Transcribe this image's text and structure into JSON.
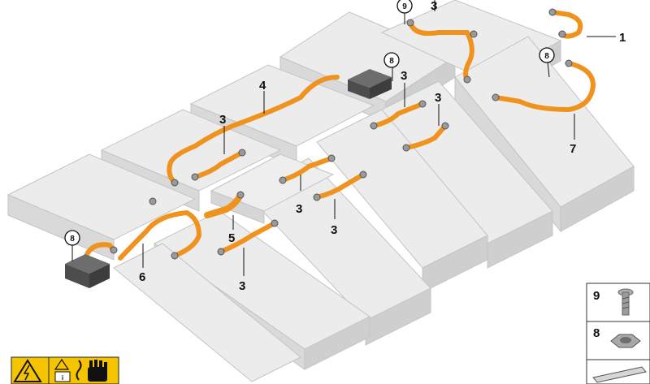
{
  "diagram": {
    "callouts": {
      "c1": "1",
      "c3a": "3",
      "c3b": "3",
      "c3c": "3",
      "c3d": "3",
      "c3e": "3",
      "c3f": "3",
      "c3g": "3",
      "c4": "4",
      "c5": "5",
      "c6": "6",
      "c7": "7"
    },
    "circled": {
      "top": "9",
      "top_right": "8",
      "mid": "8",
      "left": "8"
    },
    "legend": {
      "item_9": "9",
      "item_8": "8"
    },
    "colors": {
      "cable": "#f0921e",
      "module_fill": "#e4e4e4",
      "module_edge": "#bdbdbd",
      "warning": "#f5c400"
    },
    "icons": [
      "high-voltage-warning-icon",
      "read-manual-icon",
      "protective-gloves-icon"
    ]
  }
}
